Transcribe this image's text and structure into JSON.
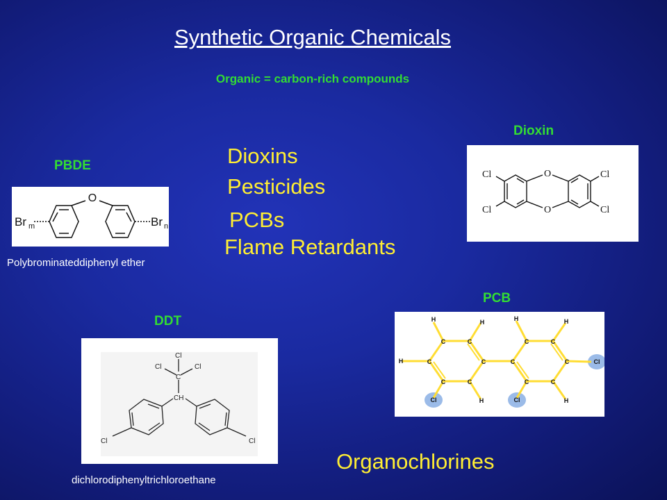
{
  "slide": {
    "title": "Synthetic  Organic Chemicals",
    "subtitle": "Organic = carbon-rich compounds",
    "categories": [
      "Dioxins",
      "Pesticides",
      "PCBs",
      "Flame Retardants"
    ],
    "footer": "Organochlorines"
  },
  "pbde": {
    "label": "PBDE",
    "caption": "Polybrominateddiphenyl ether",
    "o": "O",
    "br_left": "Br",
    "sub_m": "m",
    "br_right": "Br",
    "sub_n": "n"
  },
  "dioxin": {
    "label": "Dioxin",
    "cl": "Cl",
    "o": "O"
  },
  "ddt": {
    "label": "DDT",
    "caption": "dichlorodiphenyltrichloroethane",
    "cl": "Cl",
    "c": "C",
    "ch": "CH"
  },
  "pcb": {
    "label": "PCB",
    "h": "H",
    "c": "C",
    "cl": "Cl"
  },
  "colors": {
    "background": "#1a2aa0",
    "label_green": "#33dd33",
    "category_yellow": "#ffee33",
    "bond_yellow": "#ffdd33",
    "cl_highlight": "#9bbbe8"
  }
}
